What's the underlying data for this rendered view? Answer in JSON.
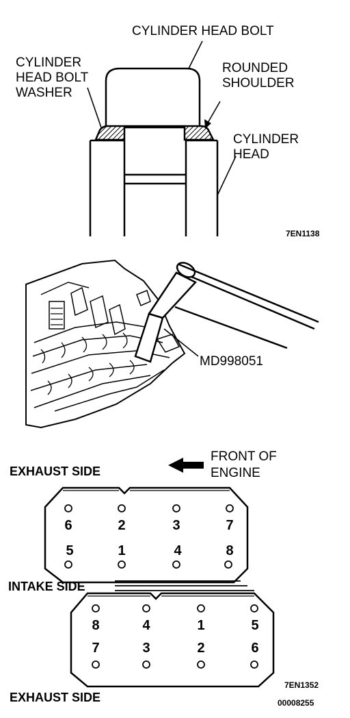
{
  "bolt_figure": {
    "labels": {
      "bolt": "CYLINDER HEAD BOLT",
      "washer": [
        "CYLINDER",
        "HEAD BOLT",
        "WASHER"
      ],
      "shoulder": [
        "ROUNDED",
        "SHOULDER"
      ],
      "head": [
        "CYLINDER",
        "HEAD"
      ]
    },
    "code": "7EN1138"
  },
  "tool_figure": {
    "tool": "MD998051"
  },
  "sequence_figure": {
    "front_label": [
      "FRONT OF",
      "ENGINE"
    ],
    "exhaust_top": "EXHAUST SIDE",
    "intake": "INTAKE SIDE",
    "exhaust_bottom": "EXHAUST SIDE",
    "left_bank": {
      "top_row": [
        "6",
        "2",
        "3",
        "7"
      ],
      "bottom_row": [
        "5",
        "1",
        "4",
        "8"
      ]
    },
    "right_bank": {
      "top_row": [
        "8",
        "4",
        "1",
        "5"
      ],
      "bottom_row": [
        "7",
        "3",
        "2",
        "6"
      ]
    },
    "code": "7EN1352",
    "doc_number": "00008255"
  }
}
